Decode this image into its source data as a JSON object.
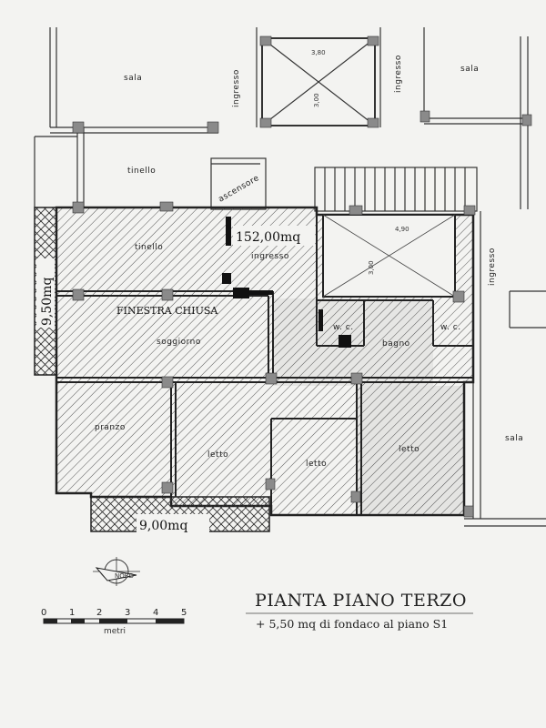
{
  "plan": {
    "title": "PIANTA PIANO TERZO",
    "subtitle": "+ 5,50 mq di fondaco al piano S1",
    "total_area": "152,00mq",
    "balcony_left_area": "9,50mq",
    "balcony_bottom_area": "9,00mq",
    "note": "FINESTRA CHIUSA",
    "rooms": {
      "sala_left": "sala",
      "sala_right": "sala",
      "sala_far_right": "sala",
      "ingresso_top_left": "ingresso",
      "ingresso_top_right": "ingresso",
      "ingresso_right": "ingresso",
      "ingresso_unit": "ingresso",
      "tinello_top": "tinello",
      "tinello_unit": "tinello",
      "ascensore": "ascensore",
      "soggiorno": "soggiorno",
      "pranzo": "pranzo",
      "letto_1": "letto",
      "letto_2": "letto",
      "letto_3": "letto",
      "wc_unit": "w. c.",
      "wc_right": "w. c.",
      "bagno": "bagno"
    },
    "dimensions": {
      "top_stair_width": "3,80",
      "top_stair_height": "3,00",
      "mid_stair_width": "4,90",
      "mid_stair_height": "3,00"
    }
  },
  "compass": {
    "label": "NORD"
  },
  "scale_bar": {
    "ticks": [
      "0",
      "1",
      "2",
      "3",
      "4",
      "5"
    ],
    "unit": "metri"
  },
  "colors": {
    "ink": "#2a2a2a",
    "paper": "#f3f3f1",
    "hatch": "#5a5a5a"
  }
}
